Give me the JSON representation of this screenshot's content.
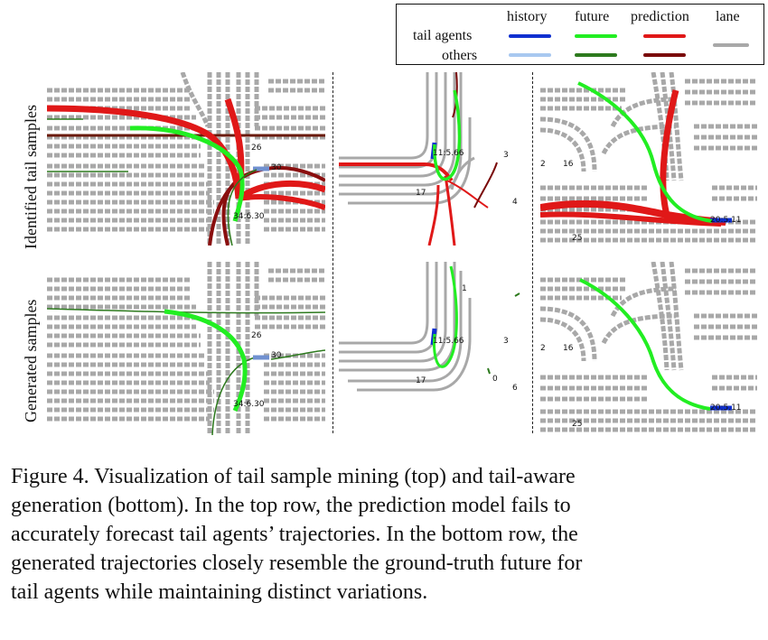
{
  "legend": {
    "headers": [
      "history",
      "future",
      "prediction",
      "lane"
    ],
    "rows": [
      "tail agents",
      "others"
    ],
    "colors": {
      "history_tail": "#1030d0",
      "history_other": "#a8c8f0",
      "future_tail": "#22ee22",
      "future_other": "#2d7a1e",
      "prediction_tail": "#e01818",
      "prediction_other": "#7a0a0a",
      "lane": "#a8a8a8"
    }
  },
  "row_labels": {
    "top": "Identified tail samples",
    "bottom": "Generated samples"
  },
  "panel_labels": {
    "left_top": [
      "26",
      "30",
      "34:6.30"
    ],
    "middle_top": [
      "11:5.66",
      "17",
      "3",
      "4"
    ],
    "right_top": [
      "2",
      "16",
      "25",
      "20:5.11"
    ],
    "left_bottom": [
      "26",
      "30",
      "34:6.30"
    ],
    "middle_bottom": [
      "11:5.66",
      "17",
      "3",
      "0",
      "6",
      "1"
    ],
    "right_bottom": [
      "2",
      "16",
      "25",
      "20:5.11"
    ]
  },
  "caption": {
    "lines": [
      "Figure 4. Visualization of tail sample mining (top) and tail-aware",
      "generation (bottom). In the top row, the prediction model fails to",
      "accurately forecast tail agents’ trajectories. In the bottom row, the",
      "generated trajectories closely resemble the ground-truth future for",
      "tail agents while maintaining distinct variations."
    ]
  }
}
